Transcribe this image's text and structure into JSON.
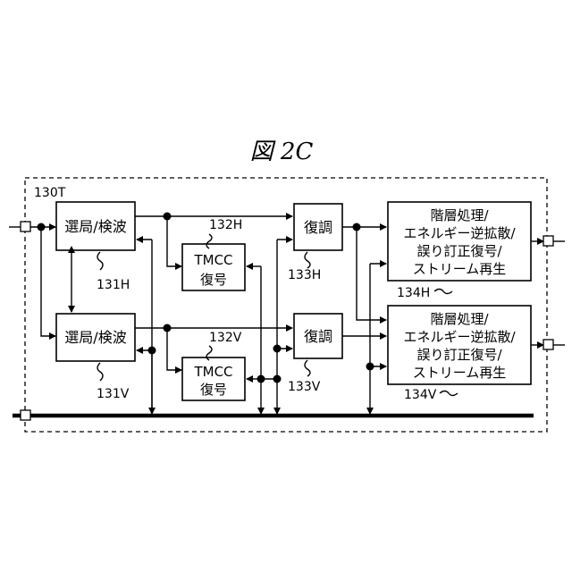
{
  "figure_title": "図 2C",
  "outer_label": "130T",
  "blocks": {
    "tuner_h": {
      "label": "選局/検波",
      "ref": "131H"
    },
    "tuner_v": {
      "label": "選局/検波",
      "ref": "131V"
    },
    "tmcc_h": {
      "line1": "TMCC",
      "line2": "復号",
      "ref": "132H"
    },
    "tmcc_v": {
      "line1": "TMCC",
      "line2": "復号",
      "ref": "132V"
    },
    "demod_h": {
      "label": "復調",
      "ref": "133H"
    },
    "demod_v": {
      "label": "復調",
      "ref": "133V"
    },
    "proc_h": {
      "line1": "階層処理/",
      "line2": "エネルギー逆拡散/",
      "line3": "誤り訂正復号/",
      "line4": "ストリーム再生",
      "ref": "134H"
    },
    "proc_v": {
      "line1": "階層処理/",
      "line2": "エネルギー逆拡散/",
      "line3": "誤り訂正復号/",
      "line4": "ストリーム再生",
      "ref": "134V"
    }
  }
}
